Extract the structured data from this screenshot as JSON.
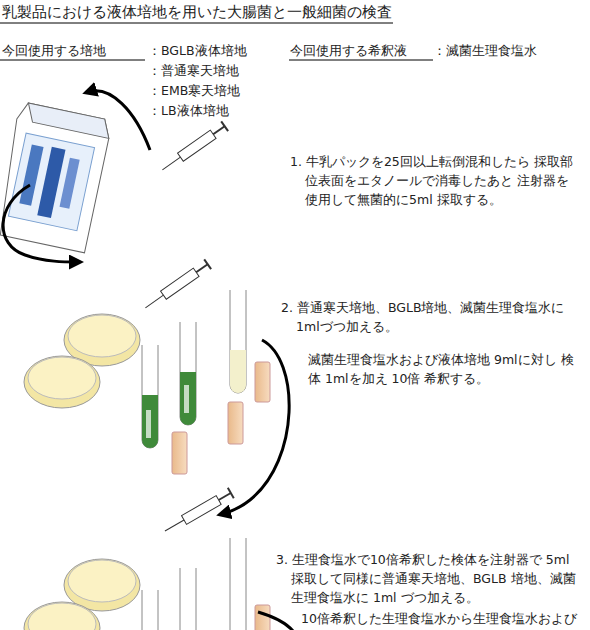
{
  "diagram": {
    "title": "乳製品における液体培地を用いた大腸菌と一般細菌の検査",
    "labels": [
      "今回使用する培地",
      "：BGLB液体培地",
      "：普通寒天培地",
      "：EMB寒天培地",
      "：LB液体培地",
      "今回使用する希釈液",
      "：滅菌生理食塩水",
      "1. 牛乳パックを25回以上転倒混和したら 採取部位表面をエタノールで消毒したあと 注射器を使用して無菌的に5ml 採取する。",
      "2. 普通寒天培地、BGLB培地、滅菌生理食塩水に1mlづつ加える。",
      "滅菌生理食塩水および液体培地 9mlに対し 検体 1mlを加え 10倍 希釈する。",
      "3. 生理食塩水で10倍希釈した検体を注射器で 5ml 採取して同様に普通寒天培地、BGLB 培地、滅菌生理食塩水に 1ml づつ加える。",
      "10倍希釈した生理食塩水から生理食塩水および"
    ]
  }
}
